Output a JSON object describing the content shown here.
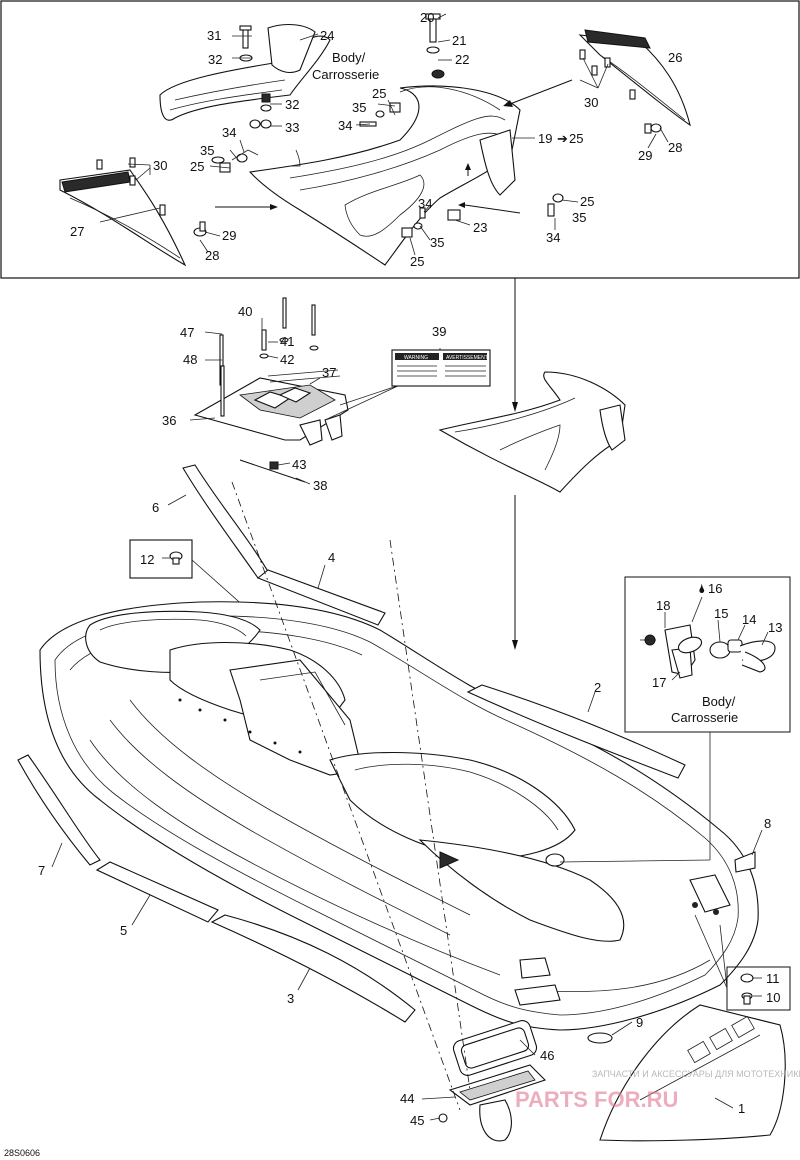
{
  "labels": {
    "n1": "1",
    "n2": "2",
    "n3": "3",
    "n4": "4",
    "n5": "5",
    "n6": "6",
    "n7": "7",
    "n8": "8",
    "n9": "9",
    "n10": "10",
    "n11": "11",
    "n12": "12",
    "n13": "13",
    "n14": "14",
    "n15": "15",
    "n16": "16",
    "n17": "17",
    "n18": "18",
    "n19": "19",
    "n19arrow": "25",
    "n20": "20",
    "n21": "21",
    "n22": "22",
    "n23": "23",
    "n24": "24",
    "n25a": "25",
    "n25b": "25",
    "n25c": "25",
    "n25d": "25",
    "n26": "26",
    "n27": "27",
    "n28a": "28",
    "n28b": "28",
    "n29a": "29",
    "n29b": "29",
    "n30a": "30",
    "n30b": "30",
    "n31": "31",
    "n32a": "32",
    "n32b": "32",
    "n33": "33",
    "n34a": "34",
    "n34b": "34",
    "n34c": "34",
    "n34d": "34",
    "n35a": "35",
    "n35b": "35",
    "n35c": "35",
    "n35d": "35",
    "n36": "36",
    "n37": "37",
    "n38": "38",
    "n39": "39",
    "n40": "40",
    "n41": "41",
    "n42": "42",
    "n43": "43",
    "n44": "44",
    "n45": "45",
    "n46": "46",
    "n47": "47",
    "n48": "48"
  },
  "callouts": {
    "body_top_line1": "Body/",
    "body_top_line2": "Carrosserie",
    "body_inset_line1": "Body/",
    "body_inset_line2": "Carrosserie"
  },
  "figure_code": "28S0606",
  "warning_label": {
    "left_title": "WARNING",
    "right_title": "AVERTISSEMENT"
  },
  "watermark": {
    "line1": "ЗАПЧАСТИ И АКСЕССУАРЫ ДЛЯ МОТОТЕХНИКИ",
    "line2": "PARTS FOR.RU"
  },
  "icons": {
    "drop": "oil-drop-icon"
  }
}
